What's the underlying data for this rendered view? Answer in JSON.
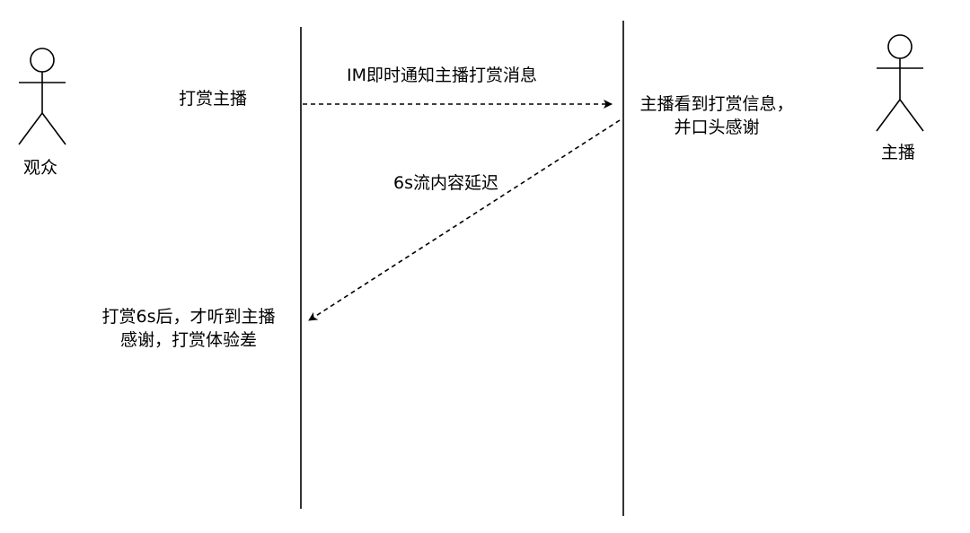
{
  "actors": {
    "audience": {
      "label": "观众",
      "icon": "stick-figure-icon"
    },
    "streamer": {
      "label": "主播",
      "icon": "stick-figure-icon"
    }
  },
  "notes": {
    "tip_streamer": "打赏主播",
    "streamer_sees_line1": "主播看到打赏信息，",
    "streamer_sees_line2": "并口头感谢",
    "audience_hears_line1": "打赏6s后，才听到主播",
    "audience_hears_line2": "感谢，打赏体验差"
  },
  "messages": {
    "im_notify": "IM即时通知主播打赏消息",
    "stream_delay": "6s流内容延迟"
  },
  "colors": {
    "stroke": "#000000",
    "background": "#ffffff"
  }
}
